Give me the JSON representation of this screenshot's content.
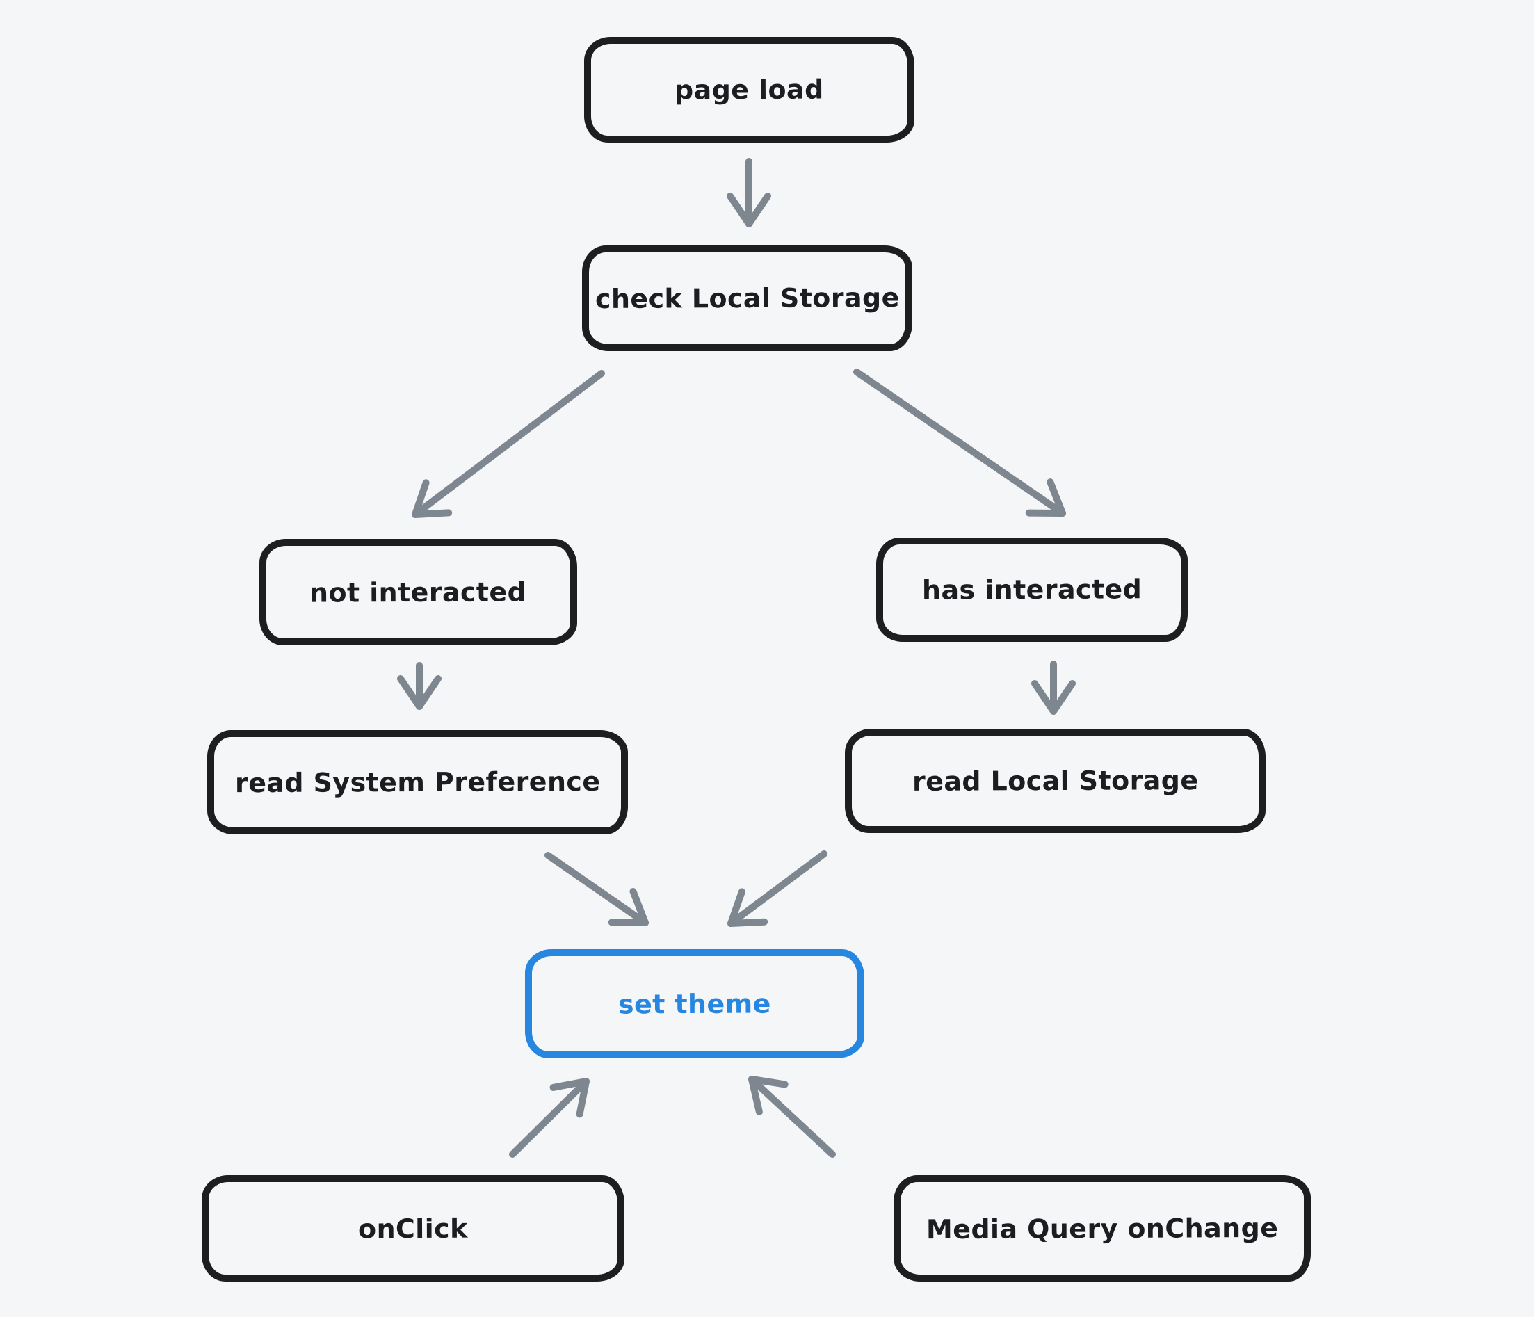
{
  "diagram": {
    "title": "theme selection flowchart",
    "style": "hand-drawn-whiteboard",
    "colors": {
      "background": "#f4f6f8",
      "node_stroke": "#1e1e1e",
      "node_text": "#1d1d21",
      "arrow": "#7e8790",
      "accent": "#2787e0"
    },
    "nodes": [
      {
        "id": "page-load",
        "label": "page load",
        "emphasis": "default"
      },
      {
        "id": "check-local-storage",
        "label": "check Local Storage",
        "emphasis": "default"
      },
      {
        "id": "not-interacted",
        "label": "not interacted",
        "emphasis": "default"
      },
      {
        "id": "has-interacted",
        "label": "has interacted",
        "emphasis": "default"
      },
      {
        "id": "read-system-preference",
        "label": "read System Preference",
        "emphasis": "default"
      },
      {
        "id": "read-local-storage",
        "label": "read Local Storage",
        "emphasis": "default"
      },
      {
        "id": "set-theme",
        "label": "set theme",
        "emphasis": "accent"
      },
      {
        "id": "onclick",
        "label": "onClick",
        "emphasis": "default"
      },
      {
        "id": "media-query-onchange",
        "label": "Media Query onChange",
        "emphasis": "default"
      }
    ],
    "edges": [
      {
        "from": "page-load",
        "to": "check-local-storage"
      },
      {
        "from": "check-local-storage",
        "to": "not-interacted"
      },
      {
        "from": "check-local-storage",
        "to": "has-interacted"
      },
      {
        "from": "not-interacted",
        "to": "read-system-preference"
      },
      {
        "from": "has-interacted",
        "to": "read-local-storage"
      },
      {
        "from": "read-system-preference",
        "to": "set-theme"
      },
      {
        "from": "read-local-storage",
        "to": "set-theme"
      },
      {
        "from": "onclick",
        "to": "set-theme"
      },
      {
        "from": "media-query-onchange",
        "to": "set-theme"
      }
    ]
  }
}
